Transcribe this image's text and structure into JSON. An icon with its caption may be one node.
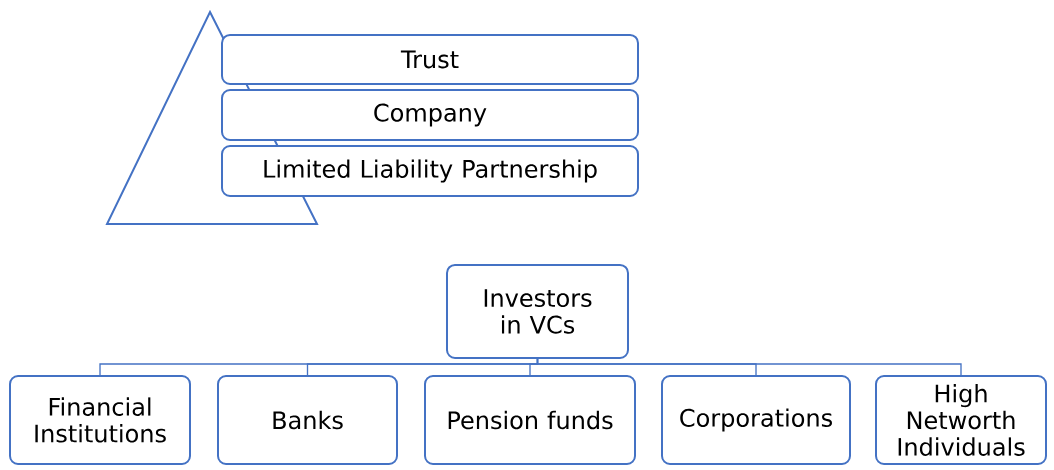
{
  "diagram": {
    "nodes": [
      {
        "text": [
          "Trust"
        ]
      },
      {
        "text": [
          "Company"
        ]
      },
      {
        "text": [
          "Limited Liability Partnership"
        ]
      },
      {
        "text": [
          "Investors in VCs"
        ]
      },
      {
        "text": [
          "Financial Institutions"
        ]
      },
      {
        "text": [
          "Banks"
        ]
      },
      {
        "text": [
          "Pension funds"
        ]
      },
      {
        "text": [
          "Corporations"
        ]
      },
      {
        "text": [
          "High Networth Individuals"
        ]
      }
    ],
    "edges": [
      {
        "from": 3,
        "to": 4,
        "arrow": "none"
      },
      {
        "from": 3,
        "to": 5,
        "arrow": "none"
      },
      {
        "from": 3,
        "to": 6,
        "arrow": "none"
      },
      {
        "from": 3,
        "to": 7,
        "arrow": "none"
      },
      {
        "from": 3,
        "to": 8,
        "arrow": "none"
      }
    ]
  }
}
